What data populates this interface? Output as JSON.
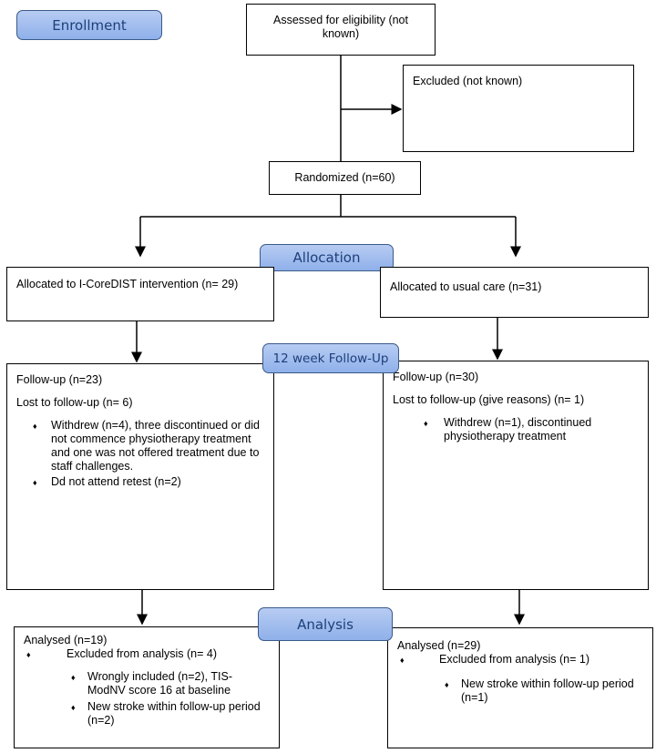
{
  "stages": {
    "enrollment": "Enrollment",
    "allocation": "Allocation",
    "followup": "12 week Follow-Up",
    "analysis": "Analysis"
  },
  "assessed": "Assessed for eligibility (not known)",
  "excluded": "Excluded (not known)",
  "randomized": "Randomized (n=60)",
  "left": {
    "allocated": "Allocated to I-CoreDIST intervention (n= 29)",
    "followup": "Follow-up (n=23)",
    "lost": "Lost to follow-up (n= 6)",
    "lost_reasons": [
      "Withdrew (n=4), three discontinued or did not commence physiotherapy treatment and one was not offered treatment due to staff challenges.",
      "Dd not attend retest (n=2)"
    ],
    "analysed": "Analysed (n=19)",
    "excluded_analysis": "Excluded from analysis (n= 4)",
    "excluded_reasons": [
      "Wrongly included (n=2), TIS-ModNV score 16 at baseline",
      "New stroke within follow-up period (n=2)"
    ]
  },
  "right": {
    "allocated": "Allocated to usual care (n=31)",
    "followup": "Follow-up (n=30)",
    "lost": "Lost to follow-up (give reasons) (n= 1)",
    "lost_reasons": [
      "Withdrew (n=1), discontinued physiotherapy treatment"
    ],
    "analysed": "Analysed (n=29)",
    "excluded_analysis": "Excluded from analysis (n= 1)",
    "excluded_reasons": [
      "New stroke within follow-up period (n=1)"
    ]
  }
}
